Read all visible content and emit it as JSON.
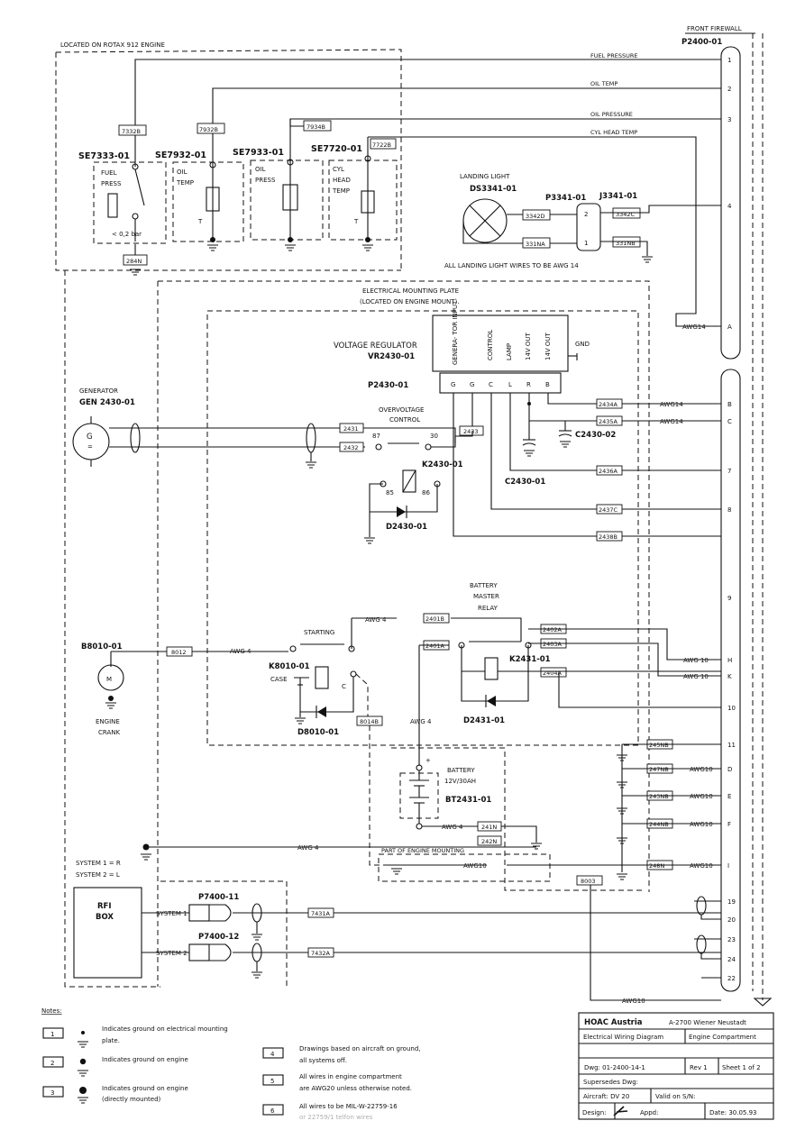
{
  "firewall": {
    "title": "FRONT FIREWALL",
    "connector": "P2400-01",
    "pins": [
      "1",
      "2",
      "3",
      "4",
      "A",
      "B",
      "C",
      "7",
      "8",
      "9",
      "H",
      "K",
      "10",
      "11",
      "D",
      "E",
      "F",
      "I",
      "19",
      "20",
      "23",
      "24",
      "22"
    ]
  },
  "engine": {
    "label": "LOCATED ON ROTAX 912 ENGINE"
  },
  "signals": {
    "fuel_pressure": "FUEL PRESSURE",
    "oil_temp": "OIL TEMP",
    "oil_pressure": "OIL PRESSURE",
    "cyl_head_temp": "CYL HEAD TEMP"
  },
  "sensors": [
    {
      "id": "SE7333-01",
      "name1": "FUEL",
      "name2": "PRESS",
      "wire": "7332B",
      "note": "< 0,2 bar",
      "gnd": "284N"
    },
    {
      "id": "SE7932-01",
      "name1": "OIL",
      "name2": "TEMP",
      "wire": "7932B"
    },
    {
      "id": "SE7933-01",
      "name1": "OIL",
      "name2": "PRESS",
      "wire": "7934B"
    },
    {
      "id": "SE7720-01",
      "name1": "CYL",
      "name2": "HEAD",
      "name3": "TEMP",
      "wire": "7722B"
    }
  ],
  "landing": {
    "title": "LANDING LIGHT",
    "id": "DS3341-01",
    "plug": "P3341-01",
    "jack": "J3341-01",
    "w1": "3342D",
    "w2": "331NA",
    "w3": "3342C",
    "w4": "331NB",
    "pin2": "2",
    "pin1": "1",
    "note": "ALL LANDING LIGHT WIRES TO BE AWG 14"
  },
  "plate": {
    "line1": "ELECTRICAL MOUNTING PLATE",
    "line2": "(LOCATED ON ENGINE MOUNT)."
  },
  "regulator": {
    "title": "VOLTAGE REGULATOR",
    "id": "VR2430-01",
    "plug": "P2430-01",
    "cols": [
      "GENERA- TOR INPUT",
      "CONTROL",
      "LAMP",
      "14V OUT",
      "14V OUT"
    ],
    "pins": [
      "G",
      "G",
      "C",
      "L",
      "R",
      "B"
    ],
    "gnd": "GND"
  },
  "generator": {
    "title": "GENERATOR",
    "id": "GEN 2430-01",
    "letter": "G",
    "sym": "="
  },
  "overvoltage": {
    "line1": "OVERVOLTAGE",
    "line2": "CONTROL",
    "relay": "K2430-01",
    "diode": "D2430-01",
    "p87": "87",
    "p30": "30",
    "p85": "85",
    "p86": "86",
    "cap1": "C2430-02",
    "cap2": "C2430-01"
  },
  "wires": {
    "w2431": "2431",
    "w2432": "2432",
    "w2433": "2433",
    "w2434A": "2434A",
    "w2435A": "2435A",
    "w2436A": "2436A",
    "w2437C": "2437C",
    "w2438B": "2438B",
    "w2401B": "2401B",
    "w2402A": "2402A",
    "w2403A": "2403A",
    "w2401A": "2401A",
    "w2404A": "2404A",
    "w8012": "8012",
    "w8014B": "8014B",
    "w241N": "241N",
    "w242N": "242N",
    "w245NB": "245NB",
    "w247NB": "247NB",
    "w243NB": "243NB",
    "w244NB": "244NB",
    "w248N": "248N",
    "w8003": "8003",
    "w7431A": "7431A",
    "w7432A": "7432A"
  },
  "gauges": {
    "awg14": "AWG14",
    "awg4": "AWG 4",
    "awg10": "AWG 10",
    "awg10b": "AWG10"
  },
  "battery_relay": {
    "line1": "BATTERY",
    "line2": "MASTER",
    "line3": "RELAY",
    "id": "K2431-01",
    "diode": "D2431-01"
  },
  "starter": {
    "label": "STARTING",
    "relay": "K8010-01",
    "case": "CASE",
    "c": "C",
    "diode": "D8010-01",
    "motor": "B8010-01",
    "m": "M",
    "crank1": "ENGINE",
    "crank2": "CRANK"
  },
  "battery": {
    "line1": "BATTERY",
    "line2": "12V/30AH",
    "id": "BT2431-01",
    "plus": "+"
  },
  "engine_mount": {
    "label": "PART OF ENGINE MOUNTING"
  },
  "rfi": {
    "sys1": "SYSTEM 1 = R",
    "sys2": "SYSTEM 2 = L",
    "box1": "RFI",
    "box2": "BOX",
    "s1": "SYSTEM 1",
    "s2": "SYSTEM 2",
    "p1": "P7400-11",
    "p2": "P7400-12"
  },
  "notes": {
    "title": "Notes:",
    "n1": "Indicates ground on electrical mounting",
    "n1b": "plate.",
    "n2": "Indicates ground on engine",
    "n3": "Indicates ground on engine",
    "n3b": "(directly mounted)",
    "n4": "Drawings based on aircraft on ground,",
    "n4b": "all systems off.",
    "n5": "All wires in engine compartment",
    "n5b": "are AWG20 unless otherwise noted.",
    "n6": "All wires to be MIL-W-22759-16",
    "n6b": "or 22759/1 telfon wires",
    "k1": "1",
    "k2": "2",
    "k3": "3",
    "k4": "4",
    "k5": "5",
    "k6": "6"
  },
  "titleblock": {
    "company": "HOAC Austria",
    "address": "A-2700 Wiener Neustadt",
    "drawing": "Electrical Wiring Diagram",
    "area": "Engine Compartment",
    "dwg": "Dwg: 01-2400-14-1",
    "rev": "Rev 1",
    "sheet": "Sheet 1 of 2",
    "supersedes": "Supersedes Dwg:",
    "aircraft": "Aircraft: DV 20",
    "valid": "Valid on S/N:",
    "design": "Design:",
    "appd": "Appd:",
    "date": "Date: 30.05.93"
  }
}
